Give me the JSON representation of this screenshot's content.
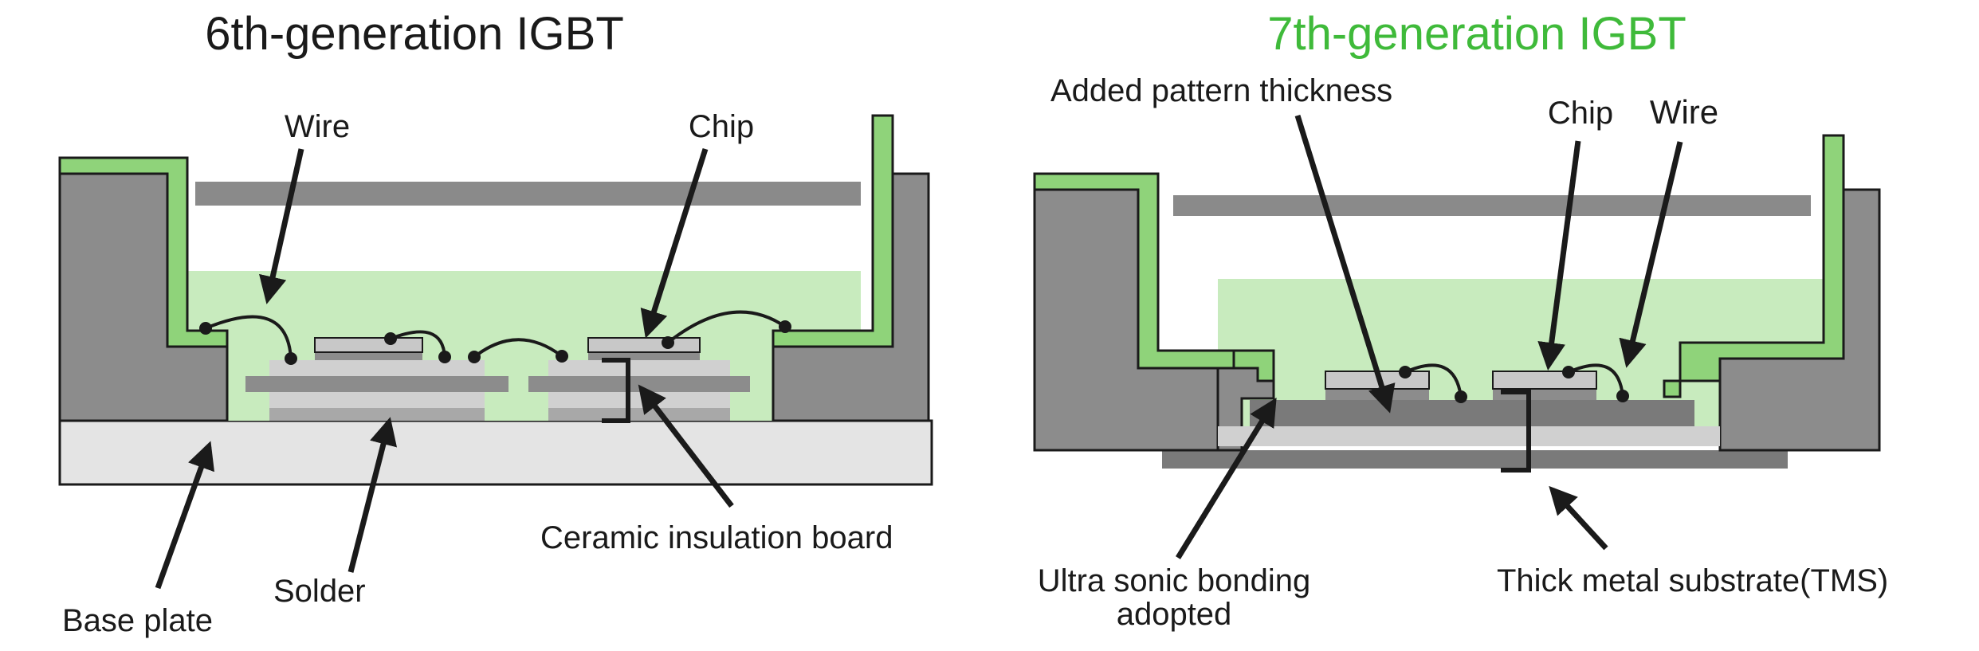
{
  "colors": {
    "green": "#3fba3a",
    "green_dark_outline": "#222222",
    "green_fill": "#8fd37a",
    "green_light": "#c8ebbe",
    "gray_dark": "#8c8c8c",
    "gray_mid": "#a8a8a8",
    "gray_bar": "#8a8a8a",
    "gray_light": "#d0d0d0",
    "base_plate": "#e4e4e4",
    "black": "#1a1a1a"
  },
  "left": {
    "title": "6th-generation IGBT",
    "labels": {
      "wire": "Wire",
      "chip": "Chip",
      "ceramic": "Ceramic insulation board",
      "base_plate": "Base plate",
      "solder": "Solder"
    }
  },
  "right": {
    "title": "7th-generation IGBT",
    "labels": {
      "added_pattern": "Added pattern thickness",
      "chip": "Chip",
      "wire": "Wire",
      "ultrasonic_line1": "Ultra sonic bonding",
      "ultrasonic_line2": "adopted",
      "tms": "Thick metal substrate(TMS)"
    }
  }
}
